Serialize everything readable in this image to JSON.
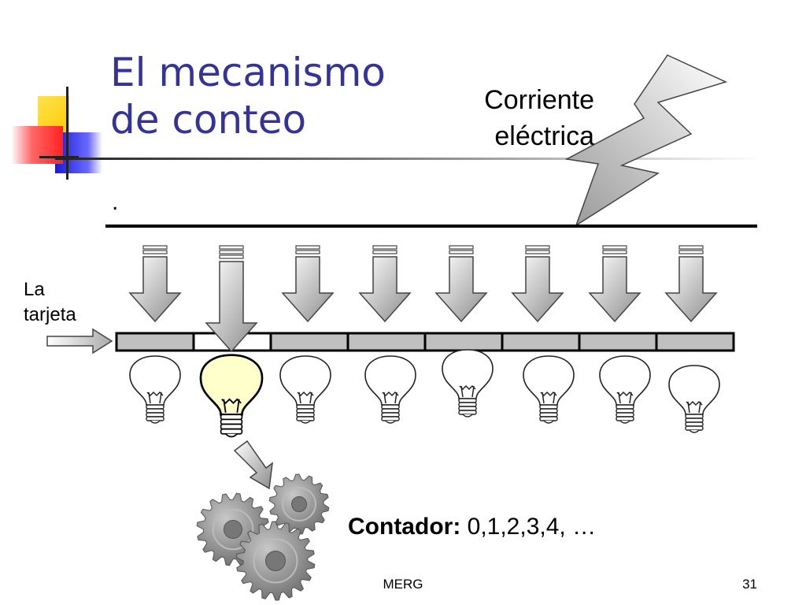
{
  "slide": {
    "title_line1": "El mecanismo",
    "title_line2": "de conteo",
    "current_line1": "Corriente",
    "current_line2": "eléctrica",
    "dot": ".",
    "card_line1": "La",
    "card_line2": "tarjeta",
    "counter_label": "Contador:",
    "counter_value": " 0,1,2,3,4, …",
    "footer": "MERG",
    "page_number": "31"
  },
  "counter_diagram": {
    "cells": 8,
    "punched_cell": 2,
    "lit_bulb": 2
  },
  "colors": {
    "title": "#333399",
    "deco_yellow": "#ffd700",
    "deco_blue": "#2222dd",
    "deco_red": "#ff3333",
    "card_fill": "#c0c0c0",
    "lit_bulb": "#ffffcc",
    "gear": "#8a8a8a"
  }
}
